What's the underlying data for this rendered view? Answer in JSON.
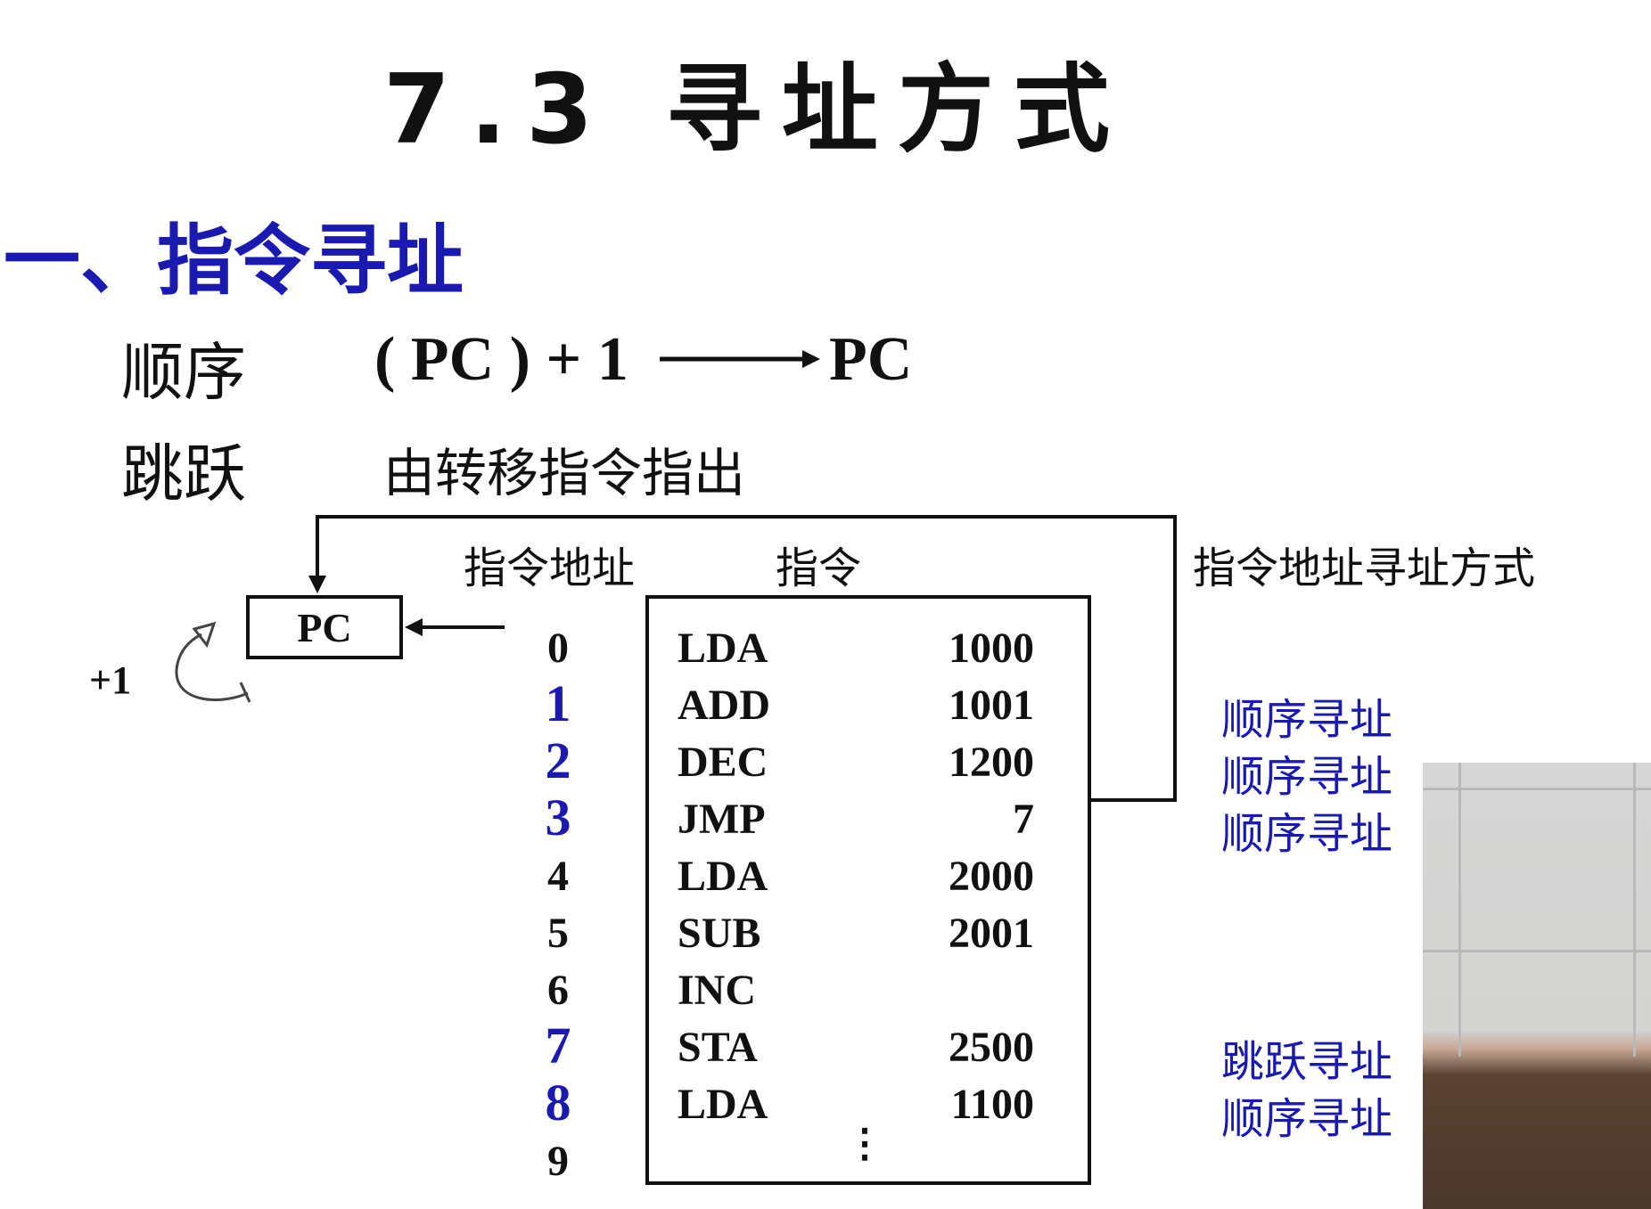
{
  "title": "7.3  寻址方式",
  "section": {
    "heading": "一、指令寻址",
    "color": "#1a1ab0"
  },
  "rows": [
    {
      "label": "顺序",
      "formula_left": "( PC ) + 1",
      "formula_right": "PC"
    },
    {
      "label": "跳跃",
      "text": "由转移指令指出"
    }
  ],
  "diagram": {
    "pc_label": "PC",
    "plus_one": "+1",
    "col_address": "指令地址",
    "col_instruction": "指令",
    "col_mode": "指令地址寻址方式",
    "accent_color": "#1a1ab0",
    "instructions": [
      {
        "addr": "0",
        "op": "LDA",
        "operand": "1000",
        "highlight": false,
        "mode": ""
      },
      {
        "addr": "1",
        "op": "ADD",
        "operand": "1001",
        "highlight": true,
        "mode": "顺序寻址"
      },
      {
        "addr": "2",
        "op": "DEC",
        "operand": "1200",
        "highlight": true,
        "mode": "顺序寻址"
      },
      {
        "addr": "3",
        "op": "JMP",
        "operand": "7",
        "highlight": true,
        "mode": "顺序寻址"
      },
      {
        "addr": "4",
        "op": "LDA",
        "operand": "2000",
        "highlight": false,
        "mode": ""
      },
      {
        "addr": "5",
        "op": "SUB",
        "operand": "2001",
        "highlight": false,
        "mode": ""
      },
      {
        "addr": "6",
        "op": "INC",
        "operand": "",
        "highlight": false,
        "mode": ""
      },
      {
        "addr": "7",
        "op": "STA",
        "operand": "2500",
        "highlight": true,
        "mode": "跳跃寻址"
      },
      {
        "addr": "8",
        "op": "LDA",
        "operand": "1100",
        "highlight": true,
        "mode": "顺序寻址"
      },
      {
        "addr": "9",
        "op": "",
        "operand": "",
        "highlight": false,
        "mode": ""
      }
    ],
    "ellipsis": "⋮"
  }
}
